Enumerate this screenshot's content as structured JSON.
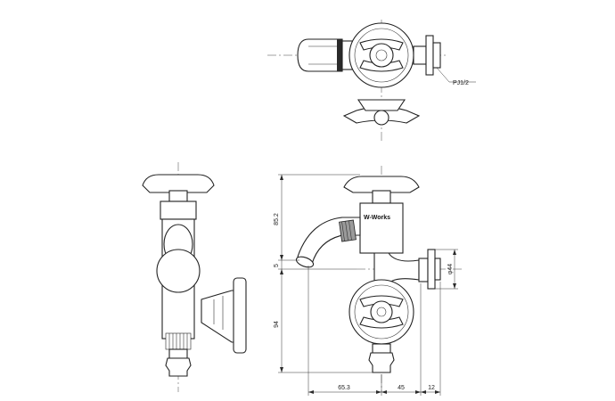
{
  "drawing": {
    "thread_label": "PJ1/2",
    "brand_logo": "W-Works",
    "dimensions": {
      "upper_height": "85.2",
      "offset": "5",
      "lower_height": "94",
      "diameter": "φ44",
      "width_left": "65.3",
      "width_mid": "45",
      "width_right": "12"
    }
  }
}
